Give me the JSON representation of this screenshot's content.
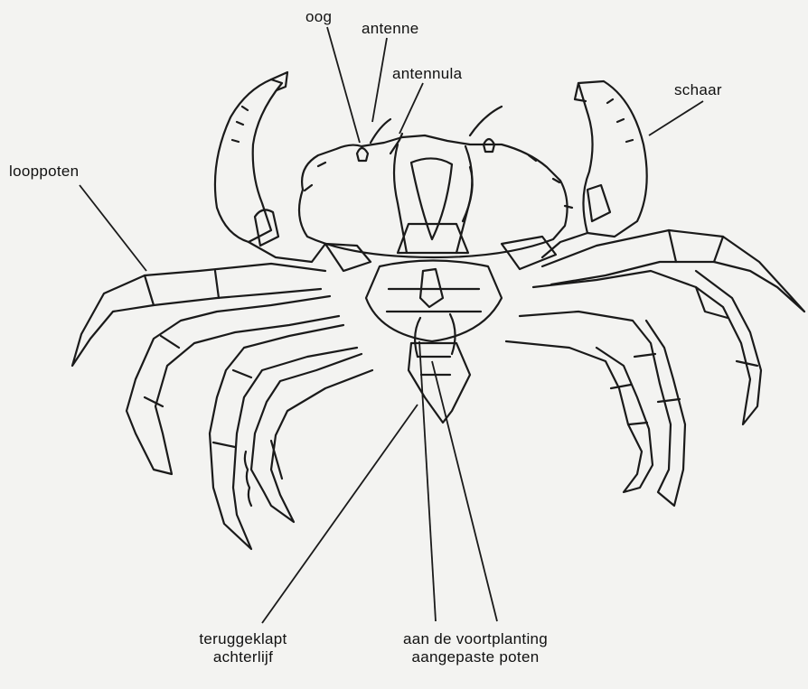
{
  "labels": {
    "oog": "oog",
    "antenne": "antenne",
    "antennula": "antennula",
    "schaar": "schaar",
    "looppoten": "looppoten",
    "achterlijf_line1": "teruggeklapt",
    "achterlijf_line2": "achterlijf",
    "poten_line1": "aan de voortplanting",
    "poten_line2": "aangepaste poten"
  },
  "colors": {
    "background": "#f3f3f1",
    "ink": "#1a1a1a"
  }
}
